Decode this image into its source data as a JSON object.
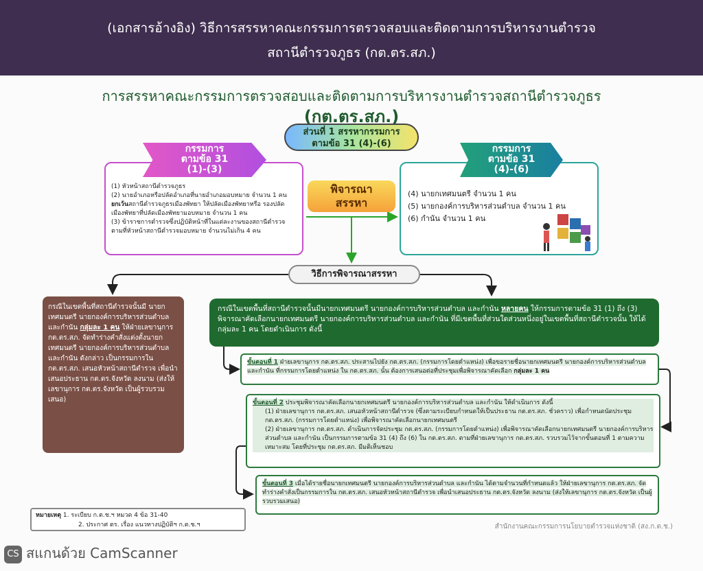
{
  "header": {
    "line1": "(เอกสารอ้างอิง)  วิธีการสรรหาคณะกรรมการตรวจสอบและติดตามการบริหารงานตำรวจ",
    "line2": "สถานีตำรวจภูธร (กต.ตร.สภ.)"
  },
  "title": {
    "main": "การสรรหาคณะกรรมการตรวจสอบและติดตามการบริหารงานตำรวจสถานีตำรวจภูธร",
    "abbr": "(กต.ตร.สภ.)"
  },
  "part1": {
    "line1": "ส่วนที่ 1 สรรหากรรมการ",
    "line2": "ตามข้อ 31 (4)-(6)"
  },
  "left_ribbon": {
    "line1": "กรรมการ",
    "line2": "ตามข้อ 31",
    "line3": "(1)-(3)"
  },
  "right_ribbon": {
    "line1": "กรรมการ",
    "line2": "ตามข้อ 31",
    "line3": "(4)-(6)"
  },
  "left_box": {
    "item1": "(1) หัวหน้าสถานีตำรวจภูธร",
    "item2a": "(2) นายอำเภอหรือปลัดอำเภอที่นายอำเภอมอบหมาย จำนวน 1 คน",
    "item2b_bold": "ยกเว้น",
    "item2b": "สถานีตำรวจภูธรเมืองพัทยา ให้ปลัดเมืองพัทยาหรือ รองปลัดเมืองพัทยาที่ปลัดเมืองพัทยามอบหมาย จำนวน 1 คน",
    "item3": "(3) ข้าราชการตำรวจซึ่งปฏิบัติหน้าที่ในแต่ละงานของสถานีตำรวจ ตามที่หัวหน้าสถานีตำรวจมอบหมาย จำนวนไม่เกิน 4 คน"
  },
  "right_box": {
    "item4": "(4) นายกเทศมนตรี จำนวน 1 คน",
    "item5": "(5) นายกองค์การบริหารส่วนตำบล จำนวน 1 คน",
    "item6": "(6) กำนัน จำนวน 1 คน"
  },
  "consider": {
    "line1": "พิจารณา",
    "line2": "สรรหา"
  },
  "method": "วิธีการพิจารณาสรรหา",
  "brown_box": {
    "text1": "กรณีในเขตพื้นที่สถานีตำรวจนั้นมี นายกเทศมนตรี นายกองค์การบริหารส่วนตำบล และกำนัน",
    "emph": "กลุ่มละ 1 คน",
    "text2": "ให้ฝ่ายเลขานุการ กต.ตร.สภ. จัดทำร่างคำสั่งแต่งตั้งนายกเทศมนตรี นายกองค์การบริหารส่วนตำบล และกำนัน ดังกล่าว เป็นกรรมการใน กต.ตร.สภ. เสนอหัวหน้าสถานีตำรวจ เพื่อนำเสนอประธาน กต.ตร.จังหวัด ลงนาม (ส่งให้เลขานุการ กต.ตร.จังหวัด เป็นผู้รวบรวมเสนอ)"
  },
  "green_box": {
    "text1": "กรณีในเขตพื้นที่สถานีตำรวจนั้นมีนายกเทศมนตรี นายกองค์การบริหารส่วนตำบล และกำนัน",
    "emph": "หลายคน",
    "text2": "ให้กรรมการตามข้อ 31 (1) ถึง (3) พิจารณาคัดเลือกนายกเทศมนตรี นายกองค์การบริหารส่วนตำบล และกำนัน ที่มีเขตพื้นที่ส่วนใดส่วนหนึ่งอยู่ในเขตพื้นที่สถานีตำรวจนั้น ให้ได้กลุ่มละ 1 คน โดยดำเนินการ ดังนี้"
  },
  "step1": {
    "label": "ขั้นตอนที่ 1",
    "text": "ฝ่ายเลขานุการ กต.ตร.สภ. ประสานไปยัง กต.ตร.สภ. (กรรมการโดยตำแหน่ง) เพื่อขอรายชื่อนายกเทศมนตรี นายกองค์การบริหารส่วนตำบล และกำนัน ที่กรรมการโดยตำแหน่ง ใน กต.ตร.สภ. นั้น ต้องการเสนอต่อที่ประชุมเพื่อพิจารณาคัดเลือก",
    "emph": "กลุ่มละ 1 คน"
  },
  "step2": {
    "label": "ขั้นตอนที่ 2",
    "intro": "ประชุมพิจารณาคัดเลือกนายกเทศมนตรี นายกองค์การบริหารส่วนตำบล และกำนัน ให้ดำเนินการ ดังนี้",
    "sub1": "(1) ฝ่ายเลขานุการ กต.ตร.สภ. เสนอหัวหน้าสถานีตำรวจ (ซึ่งตามระเบียบกำหนดให้เป็นประธาน กต.ตร.สภ. ชั่วคราว) เพื่อกำหนดนัดประชุม กต.ตร.สภ. (กรรมการโดยตำแหน่ง) เพื่อพิจารณาคัดเลือกนายกเทศมนตรี",
    "sub2": "(2) ฝ่ายเลขานุการ กต.ตร.สภ. ดำเนินการจัดประชุม กต.ตร.สภ. (กรรมการโดยตำแหน่ง) เพื่อพิจารณาคัดเลือกนายกเทศมนตรี นายกองค์การบริหารส่วนตำบล และกำนัน เป็นกรรมการตามข้อ 31 (4) ถึง (6) ใน กต.ตร.สภ. ตามที่ฝ่ายเลขานุการ กต.ตร.สภ. รวบรวมไว้จากขั้นตอนที่ 1 ตามความเหมาะสม โดยที่ประชุม กต.ตร.สภ. มีมติเห็นชอบ"
  },
  "step3": {
    "label": "ขั้นตอนที่ 3",
    "text": "เมื่อได้รายชื่อนายกเทศมนตรี นายกองค์การบริหารส่วนตำบล และกำนัน ได้ตามจำนวนที่กำหนดแล้ว ให้ฝ่ายเลขานุการ กต.ตร.สภ. จัดทำร่างคำสั่งเป็นกรรมการใน กต.ตร.สภ. เสนอหัวหน้าสถานีตำรวจ เพื่อนำเสนอประธาน กต.ตร.จังหวัด ลงนาม (ส่งให้เลขานุการ กต.ตร.จังหวัด เป็นผู้รวบรวมเสนอ)"
  },
  "note": {
    "label": "หมายเหตุ",
    "line1": "1. ระเบียบ ก.ต.ช.ฯ หมวด 4 ข้อ 31-40",
    "line2": "2. ประกาศ ตร. เรื่อง แนวทางปฏิบัติฯ ก.ต.ช.ฯ"
  },
  "source": "สำนักงานคณะกรรมการนโยบายตำรวจแห่งชาติ (สง.ก.ต.ช.)",
  "watermark": {
    "logo": "CS",
    "text": "สแกนด้วย CamScanner"
  },
  "colors": {
    "header_bg": "#3f2e4f",
    "accent_green": "#1f6a2f",
    "brown": "#7a4f45"
  }
}
